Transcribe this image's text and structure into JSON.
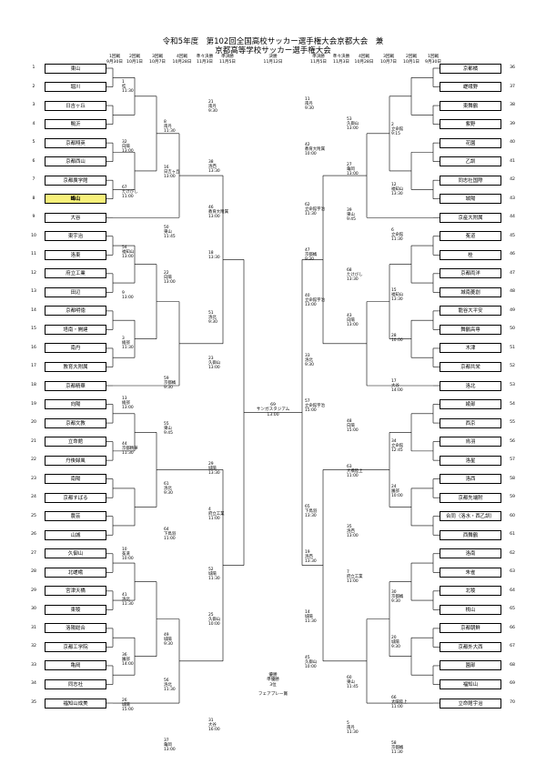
{
  "title_line1": "令和5年度　第102回全国高校サッカー選手権大会京都大会　兼",
  "title_line2": "京都高等学校サッカー選手権大会",
  "rounds_left": [
    {
      "name": "1回戦",
      "date": "9月30日"
    },
    {
      "name": "2回戦",
      "date": "10月1日"
    },
    {
      "name": "3回戦",
      "date": "10月7日"
    },
    {
      "name": "4回戦",
      "date": "10月28日"
    },
    {
      "name": "準々決勝",
      "date": "11月3日"
    },
    {
      "name": "準決勝",
      "date": "11月5日"
    }
  ],
  "round_final": {
    "name": "決勝",
    "date": "11月12日"
  },
  "rounds_right": [
    {
      "name": "準決勝",
      "date": "11月5日"
    },
    {
      "name": "準々決勝",
      "date": "11月3日"
    },
    {
      "name": "4回戦",
      "date": "10月28日"
    },
    {
      "name": "3回戦",
      "date": "10月7日"
    },
    {
      "name": "2回戦",
      "date": "10月1日"
    },
    {
      "name": "1回戦",
      "date": "9月30日"
    }
  ],
  "left_teams": [
    {
      "no": "1",
      "name": "東山"
    },
    {
      "no": "2",
      "name": "堀川"
    },
    {
      "no": "3",
      "name": "日吉ヶ丘"
    },
    {
      "no": "4",
      "name": "鴨沂"
    },
    {
      "no": "5",
      "name": "京都翔英"
    },
    {
      "no": "6",
      "name": "京都西山"
    },
    {
      "no": "7",
      "name": "京都廣学館"
    },
    {
      "no": "8",
      "name": "峰山",
      "highlight": true
    },
    {
      "no": "9",
      "name": "大谷"
    },
    {
      "no": "10",
      "name": "東宇治"
    },
    {
      "no": "11",
      "name": "洛東"
    },
    {
      "no": "12",
      "name": "府立工業"
    },
    {
      "no": "13",
      "name": "田辺"
    },
    {
      "no": "14",
      "name": "京都明徳"
    },
    {
      "no": "15",
      "name": "塔南・開建"
    },
    {
      "no": "16",
      "name": "南丹"
    },
    {
      "no": "17",
      "name": "教育大附属"
    },
    {
      "no": "18",
      "name": "京都精華"
    },
    {
      "no": "19",
      "name": "向陽"
    },
    {
      "no": "20",
      "name": "京都文教"
    },
    {
      "no": "21",
      "name": "立命館"
    },
    {
      "no": "22",
      "name": "丹後緑風"
    },
    {
      "no": "23",
      "name": "南陽"
    },
    {
      "no": "24",
      "name": "京都すばる"
    },
    {
      "no": "25",
      "name": "農芸"
    },
    {
      "no": "26",
      "name": "山城"
    },
    {
      "no": "27",
      "name": "久御山"
    },
    {
      "no": "28",
      "name": "北嵯峨"
    },
    {
      "no": "29",
      "name": "宮津天橋"
    },
    {
      "no": "30",
      "name": "東稜"
    },
    {
      "no": "31",
      "name": "洛陽総合"
    },
    {
      "no": "32",
      "name": "京都工学院"
    },
    {
      "no": "33",
      "name": "亀岡"
    },
    {
      "no": "34",
      "name": "同志社"
    },
    {
      "no": "35",
      "name": "福知山成美"
    }
  ],
  "right_teams": [
    {
      "no": "36",
      "name": "京都橘"
    },
    {
      "no": "37",
      "name": "嵯峨野"
    },
    {
      "no": "38",
      "name": "東舞鶴"
    },
    {
      "no": "39",
      "name": "紫野"
    },
    {
      "no": "40",
      "name": "花園"
    },
    {
      "no": "41",
      "name": "乙訓"
    },
    {
      "no": "42",
      "name": "同志社国際"
    },
    {
      "no": "43",
      "name": "城陽"
    },
    {
      "no": "44",
      "name": "京産大附属"
    },
    {
      "no": "45",
      "name": "菟道"
    },
    {
      "no": "46",
      "name": "桂"
    },
    {
      "no": "47",
      "name": "京都両洋"
    },
    {
      "no": "48",
      "name": "城南菱創"
    },
    {
      "no": "49",
      "name": "龍谷大平安"
    },
    {
      "no": "50",
      "name": "舞鶴高専"
    },
    {
      "no": "51",
      "name": "木津"
    },
    {
      "no": "52",
      "name": "京都共栄"
    },
    {
      "no": "53",
      "name": "洛北"
    },
    {
      "no": "54",
      "name": "綾部"
    },
    {
      "no": "55",
      "name": "西京"
    },
    {
      "no": "56",
      "name": "鳥羽"
    },
    {
      "no": "57",
      "name": "洛星"
    },
    {
      "no": "58",
      "name": "洛西"
    },
    {
      "no": "59",
      "name": "京都先端附"
    },
    {
      "no": "60",
      "name": "合同（洛水・西乙訓）"
    },
    {
      "no": "61",
      "name": "西舞鶴"
    },
    {
      "no": "62",
      "name": "洛南"
    },
    {
      "no": "63",
      "name": "朱雀"
    },
    {
      "no": "64",
      "name": "北稜"
    },
    {
      "no": "65",
      "name": "桃山"
    },
    {
      "no": "66",
      "name": "京都朝鮮"
    },
    {
      "no": "67",
      "name": "京都外大西"
    },
    {
      "no": "68",
      "name": "園部"
    },
    {
      "no": "69",
      "name": "福知山"
    },
    {
      "no": "70",
      "name": "立命館宇治"
    }
  ],
  "match_notes": [
    {
      "t": "1\n桂\n11:30"
    },
    {
      "t": "2\n立命館\n9:15"
    },
    {
      "t": "16\n日吉ヶ丘\n13:00"
    },
    {
      "t": "39\n東山\n9:45"
    },
    {
      "t": "18\n13:30"
    },
    {
      "t": "40\n立命館宇治\n13:00"
    },
    {
      "t": "3\n綾部\n11:30"
    },
    {
      "t": "17\n大谷\n14:00"
    },
    {
      "t": "55\n東山\n9:45"
    },
    {
      "t": "63\n大橋陸上\n11:00"
    },
    {
      "t": "4\n府立工業\n11:00"
    },
    {
      "t": "19\n洛西\n13:30"
    },
    {
      "t": "41\n洛北\n11:30"
    },
    {
      "t": "20\n城陽\n9:30"
    },
    {
      "t": "56\n洛北\n11:30"
    },
    {
      "t": "5\n南丹\n11:30"
    },
    {
      "t": "21\n南丹\n9:30"
    },
    {
      "t": "42\n教育大附属\n10:00"
    },
    {
      "t": "67\nたけびし\n11:00"
    },
    {
      "t": "6\n立命館\n11:30"
    },
    {
      "t": "22\n向陽\n13:00"
    },
    {
      "t": "43\n向陽\n13:00"
    },
    {
      "t": "23\n久御山\n13:00"
    },
    {
      "t": "57\n立命館宇治\n15:00"
    },
    {
      "t": "44\n京都精華\n11:30"
    },
    {
      "t": "24\n園部\n10:00"
    },
    {
      "t": "64\n下鳥羽\n11:00"
    },
    {
      "t": "7\n府立工業\n11:00"
    },
    {
      "t": "25\n久御山\n10:00"
    },
    {
      "t": "45\n久御山\n10:00"
    },
    {
      "t": "26\n城陽\n15:00"
    },
    {
      "t": "58\n京都橘\n11:30"
    },
    {
      "t": "8\n南丹\n11:30"
    },
    {
      "t": "27\n亀岡\n13:00"
    },
    {
      "t": "46\n教育大附属\n13:00"
    },
    {
      "t": "47\n京都橘\n9:30"
    },
    {
      "t": "9\n13:00"
    },
    {
      "t": "28\n10:00"
    },
    {
      "t": "59\n京都橘\n9:30"
    },
    {
      "t": "48\n向陽\n15:00"
    },
    {
      "t": "29\n城陽\n13:30"
    },
    {
      "t": "65\n下鳥羽\n13:30"
    },
    {
      "t": "10\n菟道\n10:00"
    },
    {
      "t": "30\n京都橘\n9:30"
    },
    {
      "t": "49\n城陽\n9:30"
    },
    {
      "t": "60\n東山\n11:45"
    },
    {
      "t": "31\n大谷\n16:00"
    },
    {
      "t": "11\n南丹\n9:30"
    },
    {
      "t": "32\n向陽\n13:00"
    },
    {
      "t": "12\n福知山\n13:30"
    },
    {
      "t": "50\n東山\n11:45"
    },
    {
      "t": "68\nたけびし\n13:30"
    },
    {
      "t": "51\n洛北\n9:30"
    },
    {
      "t": "33\n洛北\n9:30"
    },
    {
      "t": "13\n綾部\n13:00"
    },
    {
      "t": "34\n立命館\n12:45"
    },
    {
      "t": "61\n洛北\n9:30"
    },
    {
      "t": "35\n洛西\n13:00"
    },
    {
      "t": "52\n城陽\n11:30"
    },
    {
      "t": "14\n城陽\n11:30"
    },
    {
      "t": "36\n園部\n14:00"
    },
    {
      "t": "66\n太陽陸上\n11:00"
    },
    {
      "t": "37\n亀岡\n13:00"
    },
    {
      "t": "53\n久御山\n13:00"
    },
    {
      "t": "38\n洛西\n13:30"
    },
    {
      "t": "62\n立命館宇治\n11:30"
    },
    {
      "t": "54\n福知山\n13:00"
    },
    {
      "t": "15\n福知山\n13:30"
    }
  ],
  "final_note": "69\nサンガスタジアム\n13:00",
  "footer_note": "優勝\n準優勝\n3位",
  "fairplay": "フェアプレー賞"
}
